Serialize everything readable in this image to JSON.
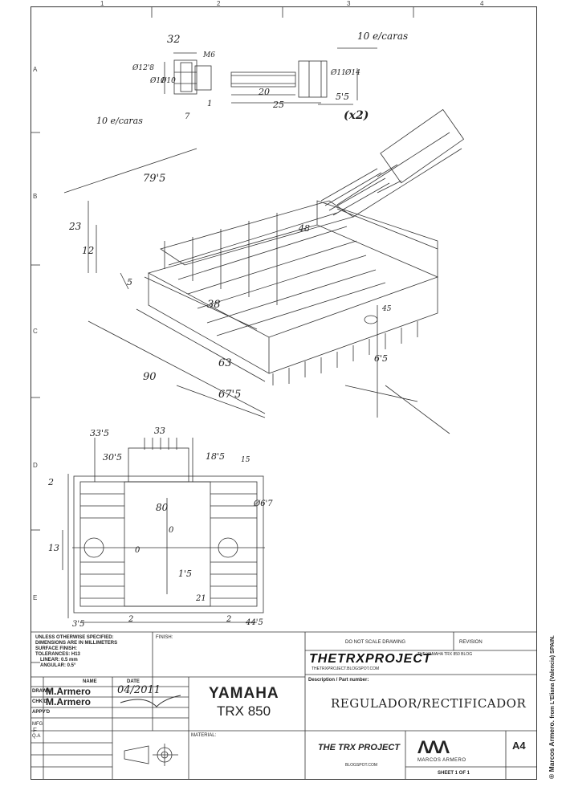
{
  "zones": {
    "columns": [
      "1",
      "2",
      "3",
      "4"
    ],
    "rows": [
      "A",
      "B",
      "C",
      "D",
      "E",
      "F"
    ]
  },
  "annotations": {
    "cable_dim_top": "32",
    "cable_faces_top": "10 e/caras",
    "cable_faces_left": "10 e/caras",
    "dia_12_8": "Ø12'8",
    "dia_11_left": "Ø11",
    "dia_10": "Ø10",
    "m6": "M6",
    "dim_1": "1",
    "dim_7": "7",
    "dim_20": "20",
    "dim_25": "25",
    "dia_11_right": "Ø11",
    "dia_14": "Ø14",
    "dim_55": "5'5",
    "qty": "(x2)",
    "dim_79_5": "79'5",
    "dim_23": "23",
    "dim_12": "12",
    "dim_5": "5",
    "dim_48": "48",
    "dim_38": "38",
    "dim_63": "63",
    "dim_90": "90",
    "dim_67_5": "67'5",
    "dim_65": "6'5",
    "dim_45": "45",
    "dim_33_5": "33'5",
    "dim_33": "33",
    "dim_30_5": "30'5",
    "dim_18_5": "18'5",
    "dim_15": "15",
    "dim_2a": "2",
    "dim_80": "80",
    "dim_0a": "0",
    "dim_0b": "0",
    "dim_6_7": "Ø6'7",
    "dim_13": "13",
    "dim_1_5": "1'5",
    "dim_21": "21",
    "dim_3_5": "3'5",
    "dim_2b": "2",
    "dim_2c": "2",
    "dim_44_5": "44'5"
  },
  "title_block": {
    "unless_text": "UNLESS OTHERWISE SPECIFIED:",
    "dimensions_text": "DIMENSIONS ARE IN MILLIMETERS",
    "surface_text": "SURFACE FINISH:",
    "tolerances_text": "TOLERANCES: H13",
    "linear_text": "LINEAR: 0.5 mm",
    "angular_text": "ANGULAR: 0.5°",
    "finish_label": "FINISH:",
    "do_not_scale": "DO NOT SCALE DRAWING",
    "revision_label": "REVISION",
    "name_header": "NAME",
    "date_header": "DATE",
    "drawn_label": "DRAWN",
    "chkd_label": "CHK'D",
    "appvd_label": "APPV'D",
    "mfg_label": "MFG",
    "qa_label": "Q.A",
    "drawn_name": "M.Armero",
    "drawn_date": "04/2011",
    "chkd_name": "M.Armero",
    "company": "YAMAHA",
    "model": "TRX 850",
    "material_label": "MATERIAL:",
    "description_label": "Description / Part number:",
    "part_name": "REGULADOR/RECTIFICADOR",
    "blog_logo": "THETRXPROJECT",
    "blog_tagline": "THE YAMAHA TRX 850 BLOG",
    "blog_url": "THETRXPROJECT.BLOGSPOT.COM",
    "logo_main": "THE TRX PROJECT",
    "logo_url": "BLOGSPOT.COM",
    "ma_logo": "MARCOS ARMERO",
    "size": "A4",
    "sheet": "SHEET 1 OF 1"
  },
  "credit": {
    "name": "® Marcos Armero.",
    "place": "from L'Eliana (Valencia) SPAIN."
  }
}
